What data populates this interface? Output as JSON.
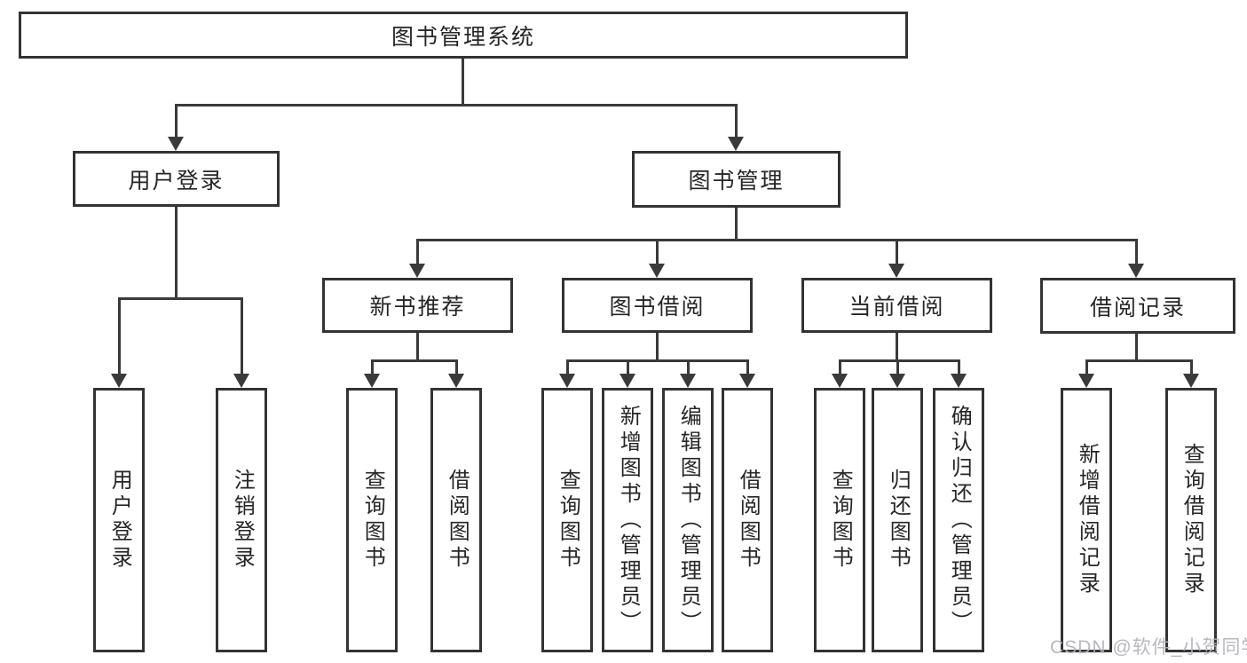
{
  "tree": {
    "root": {
      "label": "图书管理系统"
    },
    "children": [
      {
        "label": "用户登录",
        "children": [
          {
            "label": "用户登录"
          },
          {
            "label": "注销登录"
          }
        ]
      },
      {
        "label": "图书管理",
        "children": [
          {
            "label": "新书推荐",
            "children": [
              {
                "label": "查询图书"
              },
              {
                "label": "借阅图书"
              }
            ]
          },
          {
            "label": "图书借阅",
            "children": [
              {
                "label": "查询图书"
              },
              {
                "label": "新增图书（管理员）"
              },
              {
                "label": "编辑图书（管理员）"
              },
              {
                "label": "借阅图书"
              }
            ]
          },
          {
            "label": "当前借阅",
            "children": [
              {
                "label": "查询图书"
              },
              {
                "label": "归还图书"
              },
              {
                "label": "确认归还（管理员）"
              }
            ]
          },
          {
            "label": "借阅记录",
            "children": [
              {
                "label": "新增借阅记录"
              },
              {
                "label": "查询借阅记录"
              }
            ]
          }
        ]
      }
    ]
  },
  "watermark": {
    "text": "CSDN @软件_小贺同学"
  },
  "colors": {
    "box_border": "#333333",
    "connector": "#3a3a3a",
    "text": "#262626",
    "watermark": "#b2b2b8",
    "background": "#ffffff"
  }
}
